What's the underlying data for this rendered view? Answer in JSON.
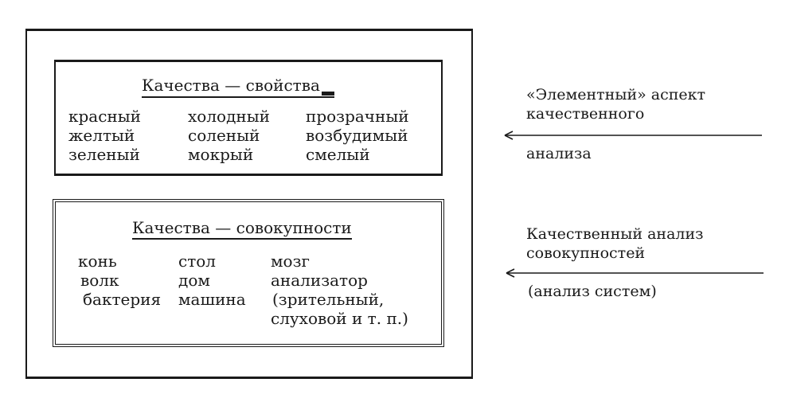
{
  "top_box": {
    "title": "Качества — свойства",
    "columns": [
      [
        "красный",
        "желтый",
        "зеленый"
      ],
      [
        "холодный",
        "соленый",
        "мокрый"
      ],
      [
        "прозрачный",
        "возбудимый",
        "смелый"
      ]
    ]
  },
  "bottom_box": {
    "title": "Качества — совокупности",
    "columns": [
      [
        "конь",
        "волк",
        "бактерия"
      ],
      [
        "стол",
        "дом",
        "машина"
      ],
      [
        "мозг",
        "анализатор",
        "(зрительный,",
        "слуховой и т. п.)"
      ]
    ]
  },
  "side_labels": {
    "first": {
      "line1": "«Элементный» аспект",
      "line2": "качественного",
      "line3": "анализа"
    },
    "second": {
      "line1": "Качественный анализ",
      "line2": "совокупностей",
      "line3": "(анализ систем)"
    }
  }
}
